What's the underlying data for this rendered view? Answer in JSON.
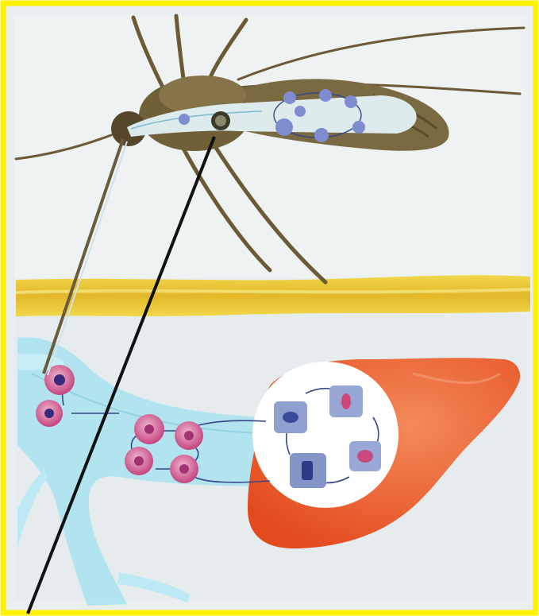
{
  "diagram": {
    "colors": {
      "frame_border": "#fff200",
      "background": "#e9eef0",
      "mosquito_body": "#7a6a42",
      "skin_band": "#e7c232",
      "blood_vessel": "#a8e3f0",
      "liver": "#ef5a2a",
      "red_blood_cell": "#d6508f",
      "liver_cell": "#8f9fd0",
      "pointer_line": "#111111"
    },
    "icons": [
      "mosquito-icon",
      "liver-icon",
      "blood-vessel-icon",
      "red-blood-cell-icon",
      "liver-cell-icon"
    ],
    "parasite_cycles": [
      {
        "stage": "mosquito",
        "cell_count": 8
      },
      {
        "stage": "blood",
        "cell_count": 6
      },
      {
        "stage": "liver",
        "cell_count": 4
      }
    ]
  }
}
